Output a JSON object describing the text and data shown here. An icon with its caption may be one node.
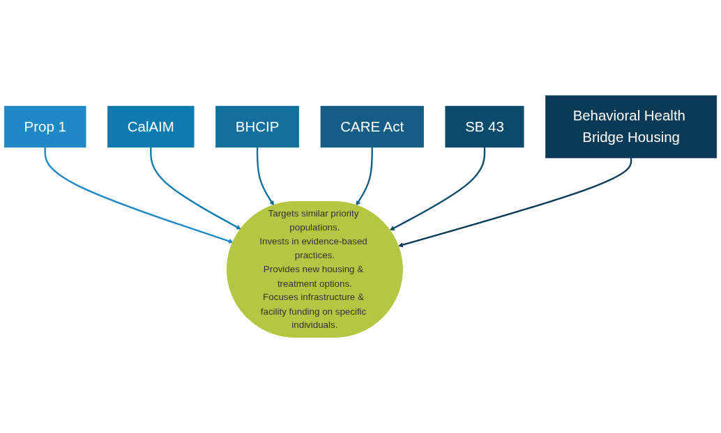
{
  "diagram": {
    "nodes": [
      {
        "text": [
          "BHCIP"
        ]
      },
      {
        "text": [
          "CARE Act"
        ]
      },
      {
        "text": [
          "CalAIM"
        ]
      },
      {
        "text": [
          "SB 43"
        ]
      },
      {
        "text": [
          "Prop 1"
        ]
      },
      {
        "text": [
          "Targets similar priority populations.",
          "Invests in evidence-based practices.",
          "Provides new housing & treatment options.",
          "Focuses infrastructure & facility funding on specific individuals."
        ]
      },
      {
        "text": [
          "Behavioral Health Bridge Housing"
        ]
      }
    ],
    "edges": [
      {
        "from": 4,
        "to": 5,
        "arrow": "to",
        "color": "#2088c4"
      },
      {
        "from": 2,
        "to": 5,
        "arrow": "to",
        "color": "#0e7bb0"
      },
      {
        "from": 0,
        "to": 5,
        "arrow": "to",
        "color": "#146f9e"
      },
      {
        "from": 1,
        "to": 5,
        "arrow": "to",
        "color": "#155d85"
      },
      {
        "from": 3,
        "to": 5,
        "arrow": "to",
        "color": "#0b4a6b"
      },
      {
        "from": 6,
        "to": 5,
        "arrow": "to",
        "color": "#0a3a55"
      }
    ]
  }
}
